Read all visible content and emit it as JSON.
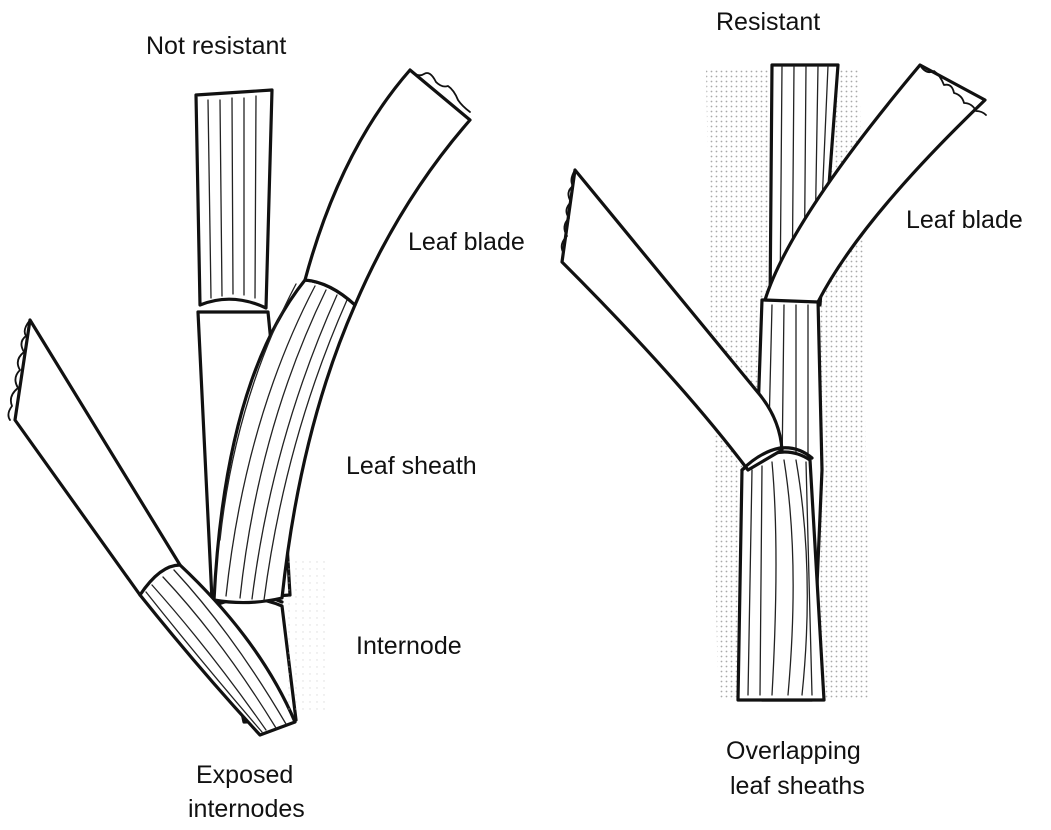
{
  "labels": {
    "not_resistant": "Not resistant",
    "resistant": "Resistant",
    "leaf_blade_left": "Leaf blade",
    "leaf_sheath": "Leaf sheath",
    "internode": "Internode",
    "exposed_internodes_1": "Exposed",
    "exposed_internodes_2": "internodes",
    "leaf_blade_right": "Leaf blade",
    "overlapping_1": "Overlapping",
    "overlapping_2": "leaf sheaths"
  },
  "colors": {
    "ink": "#111111",
    "background": "#ffffff",
    "stipple": "#9a9a9a"
  }
}
